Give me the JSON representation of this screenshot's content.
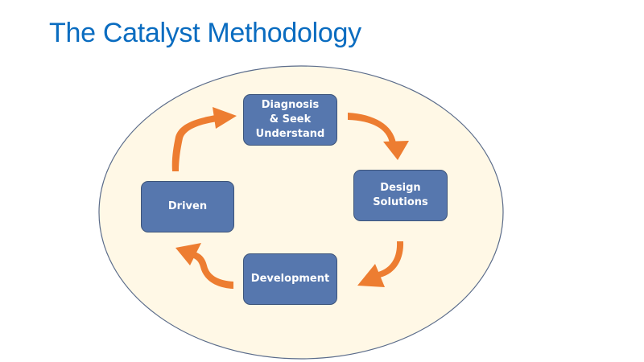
{
  "title": "The Catalyst Methodology",
  "colors": {
    "title": "#0a6cc0",
    "ellipse_fill": "#fff8e6",
    "ellipse_stroke": "#5a6b8a",
    "box_fill": "#5677ae",
    "arrow": "#ed7d31"
  },
  "steps": [
    {
      "label": "Diagnosis\n& Seek\nUnderstand"
    },
    {
      "label": "Design\nSolutions"
    },
    {
      "label": "Development"
    },
    {
      "label": "Driven"
    }
  ]
}
